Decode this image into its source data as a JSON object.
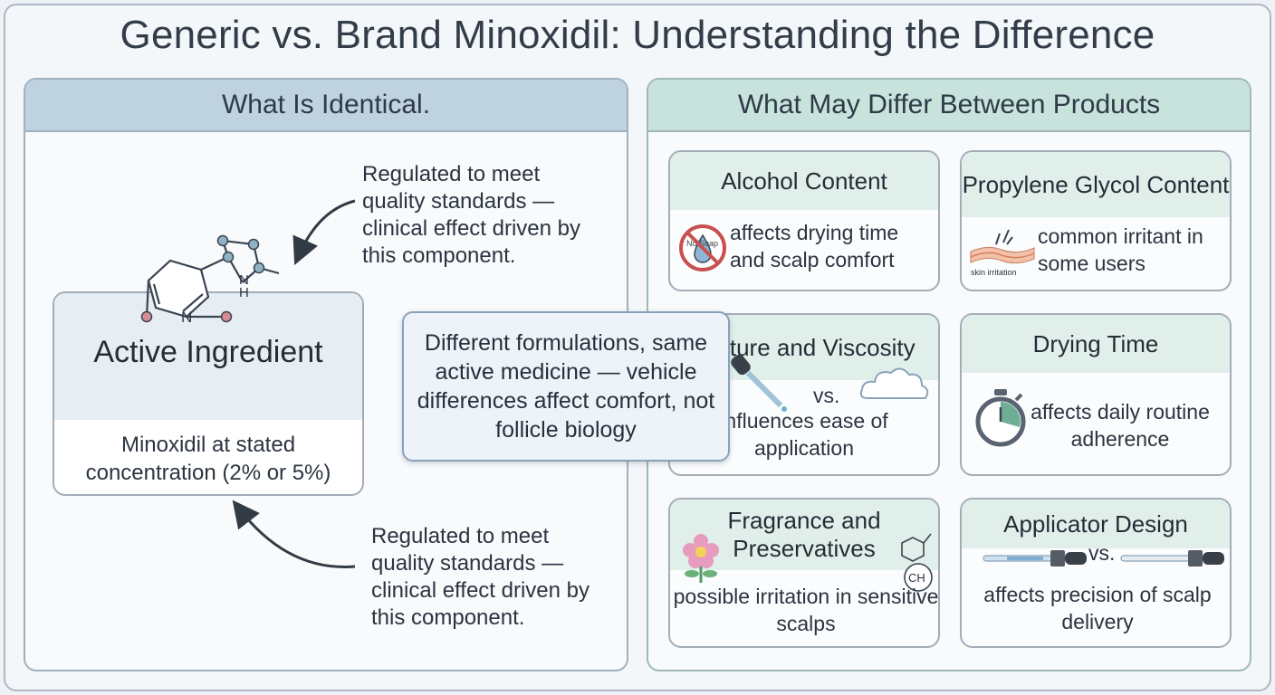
{
  "title": "Generic vs. Brand Minoxidil: Understanding the Difference",
  "left_panel": {
    "heading": "What Is Identical.",
    "active_box": {
      "title": "Active Ingredient",
      "description": "Minoxidil at stated concentration (2% or 5%)",
      "molecule_labels": {
        "n_ring": "N",
        "nh": "H",
        "n_top": "N"
      }
    },
    "note_top": "Regulated to meet quality standards — clinical effect driven by this component.",
    "note_bottom": "Regulated to meet quality standards — clinical effect driven by this component."
  },
  "center_callout": "Different formulations, same active medicine — vehicle differences affect comfort, not follicle biology",
  "right_panel": {
    "heading": "What May Differ Between Products",
    "cards": [
      {
        "title": "Alcohol Content",
        "text": "affects drying time and scalp comfort",
        "icon": "no-alcohol-icon",
        "icon_text": "No Soap"
      },
      {
        "title": "Propylene Glycol Content",
        "text": "common irritant in some users",
        "icon": "skin-irritation-icon",
        "icon_text": "skin irritation"
      },
      {
        "title": "Texture and Viscosity",
        "text": "influences ease of application",
        "icon": "dropper-vs-foam-icon",
        "vs": "vs."
      },
      {
        "title": "Drying Time",
        "text": "affects daily routine adherence",
        "icon": "stopwatch-icon"
      },
      {
        "title": "Fragrance and Preservatives",
        "text": "possible irritation in sensitive scalps",
        "icon": "flower-icon",
        "badge": "CH"
      },
      {
        "title": "Applicator Design",
        "text": "affects precision of scalp delivery",
        "icon": "dropper-comparison-icon",
        "vs": "vs."
      }
    ]
  },
  "colors": {
    "left_header": "#bfd2e0",
    "right_header": "#c7e3dc",
    "callout_border": "#8aa2b8",
    "molecule_node": "#8fb3c4",
    "molecule_terminal": "#d38d93"
  }
}
